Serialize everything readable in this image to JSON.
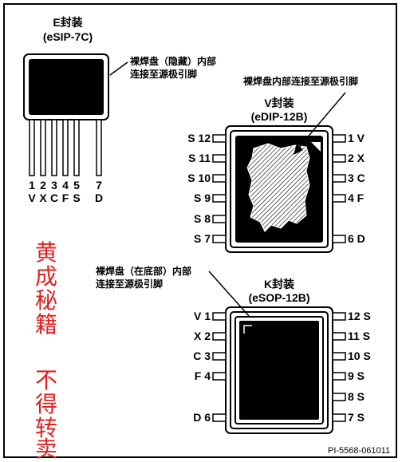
{
  "e_package": {
    "title": "E封装",
    "model": "(eSIP-7C)",
    "note_line1": "裸焊盘（隐藏）内部",
    "note_line2": "连接至源极引脚",
    "pin_numbers": [
      "1",
      "2",
      "3",
      "4",
      "5",
      "7"
    ],
    "pin_names": [
      "V",
      "X",
      "C",
      "F",
      "S",
      "D"
    ]
  },
  "v_package": {
    "note": "裸焊盘内部连接至源极引脚",
    "title": "V封装",
    "model": "(eDIP-12B)",
    "left_pins": [
      "S 12",
      "S 11",
      "S 10",
      "S 9",
      "S 8",
      "S 7"
    ],
    "right_pins": [
      "1 V",
      "2 X",
      "3 C",
      "4 F",
      "",
      "6 D"
    ]
  },
  "k_package": {
    "note_line1": "裸焊盘（在底部）内部",
    "note_line2": "连接至源极引脚",
    "title": "K封装",
    "model": "(eSOP-12B)",
    "left_pins": [
      "V 1",
      "X 2",
      "C 3",
      "F 4",
      "",
      "D 6"
    ],
    "right_pins": [
      "12 S",
      "11 S",
      "10 S",
      "9 S",
      "8 S",
      "7 S"
    ]
  },
  "watermark": {
    "col1": [
      "黄",
      "成",
      "秘",
      "籍"
    ],
    "col2": [
      "不",
      "得",
      "转",
      "卖"
    ]
  },
  "figure_code": "PI-5568-061011",
  "colors": {
    "watermark": "#e02020",
    "ink": "#000000"
  }
}
